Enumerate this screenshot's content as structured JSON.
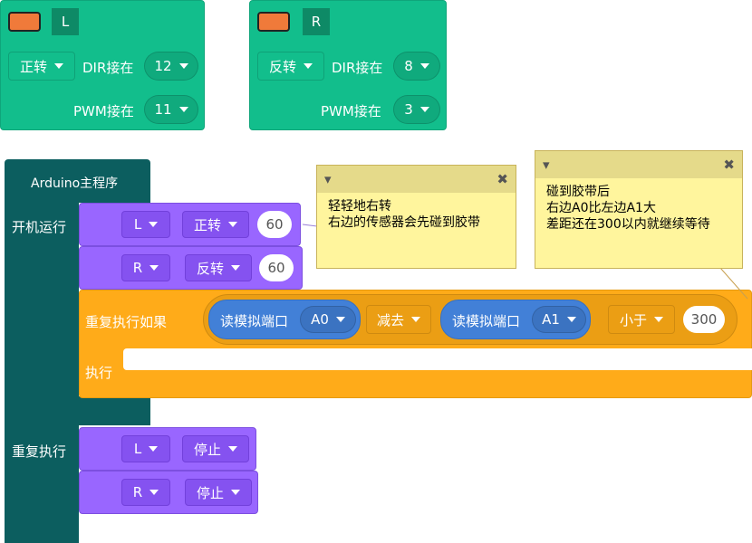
{
  "motors": [
    {
      "name": "L",
      "direction": "正转",
      "dir_label": "DIR接在",
      "dir_pin": "12",
      "pwm_label": "PWM接在",
      "pwm_pin": "11"
    },
    {
      "name": "R",
      "direction": "反转",
      "dir_label": "DIR接在",
      "dir_pin": "8",
      "pwm_label": "PWM接在",
      "pwm_pin": "3"
    }
  ],
  "main": {
    "title": "Arduino主程序",
    "setup_label": "开机运行",
    "loop_label": "重复执行"
  },
  "setup": [
    {
      "motor": "L",
      "direction": "正转",
      "speed": "60"
    },
    {
      "motor": "R",
      "direction": "反转",
      "speed": "60"
    }
  ],
  "while_block": {
    "label": "重复执行如果",
    "do_label": "执行",
    "read1": "读模拟端口",
    "port1": "A0",
    "op": "减去",
    "read2": "读模拟端口",
    "port2": "A1",
    "compare": "小于",
    "value": "300"
  },
  "loop": [
    {
      "motor": "L",
      "action": "停止"
    },
    {
      "motor": "R",
      "action": "停止"
    }
  ],
  "notes": [
    {
      "text": "轻轻地右转\n右边的传感器会先碰到胶带"
    },
    {
      "text": "碰到胶带后\n右边A0比左边A1大\n差距还在300以内就继续等待"
    }
  ]
}
